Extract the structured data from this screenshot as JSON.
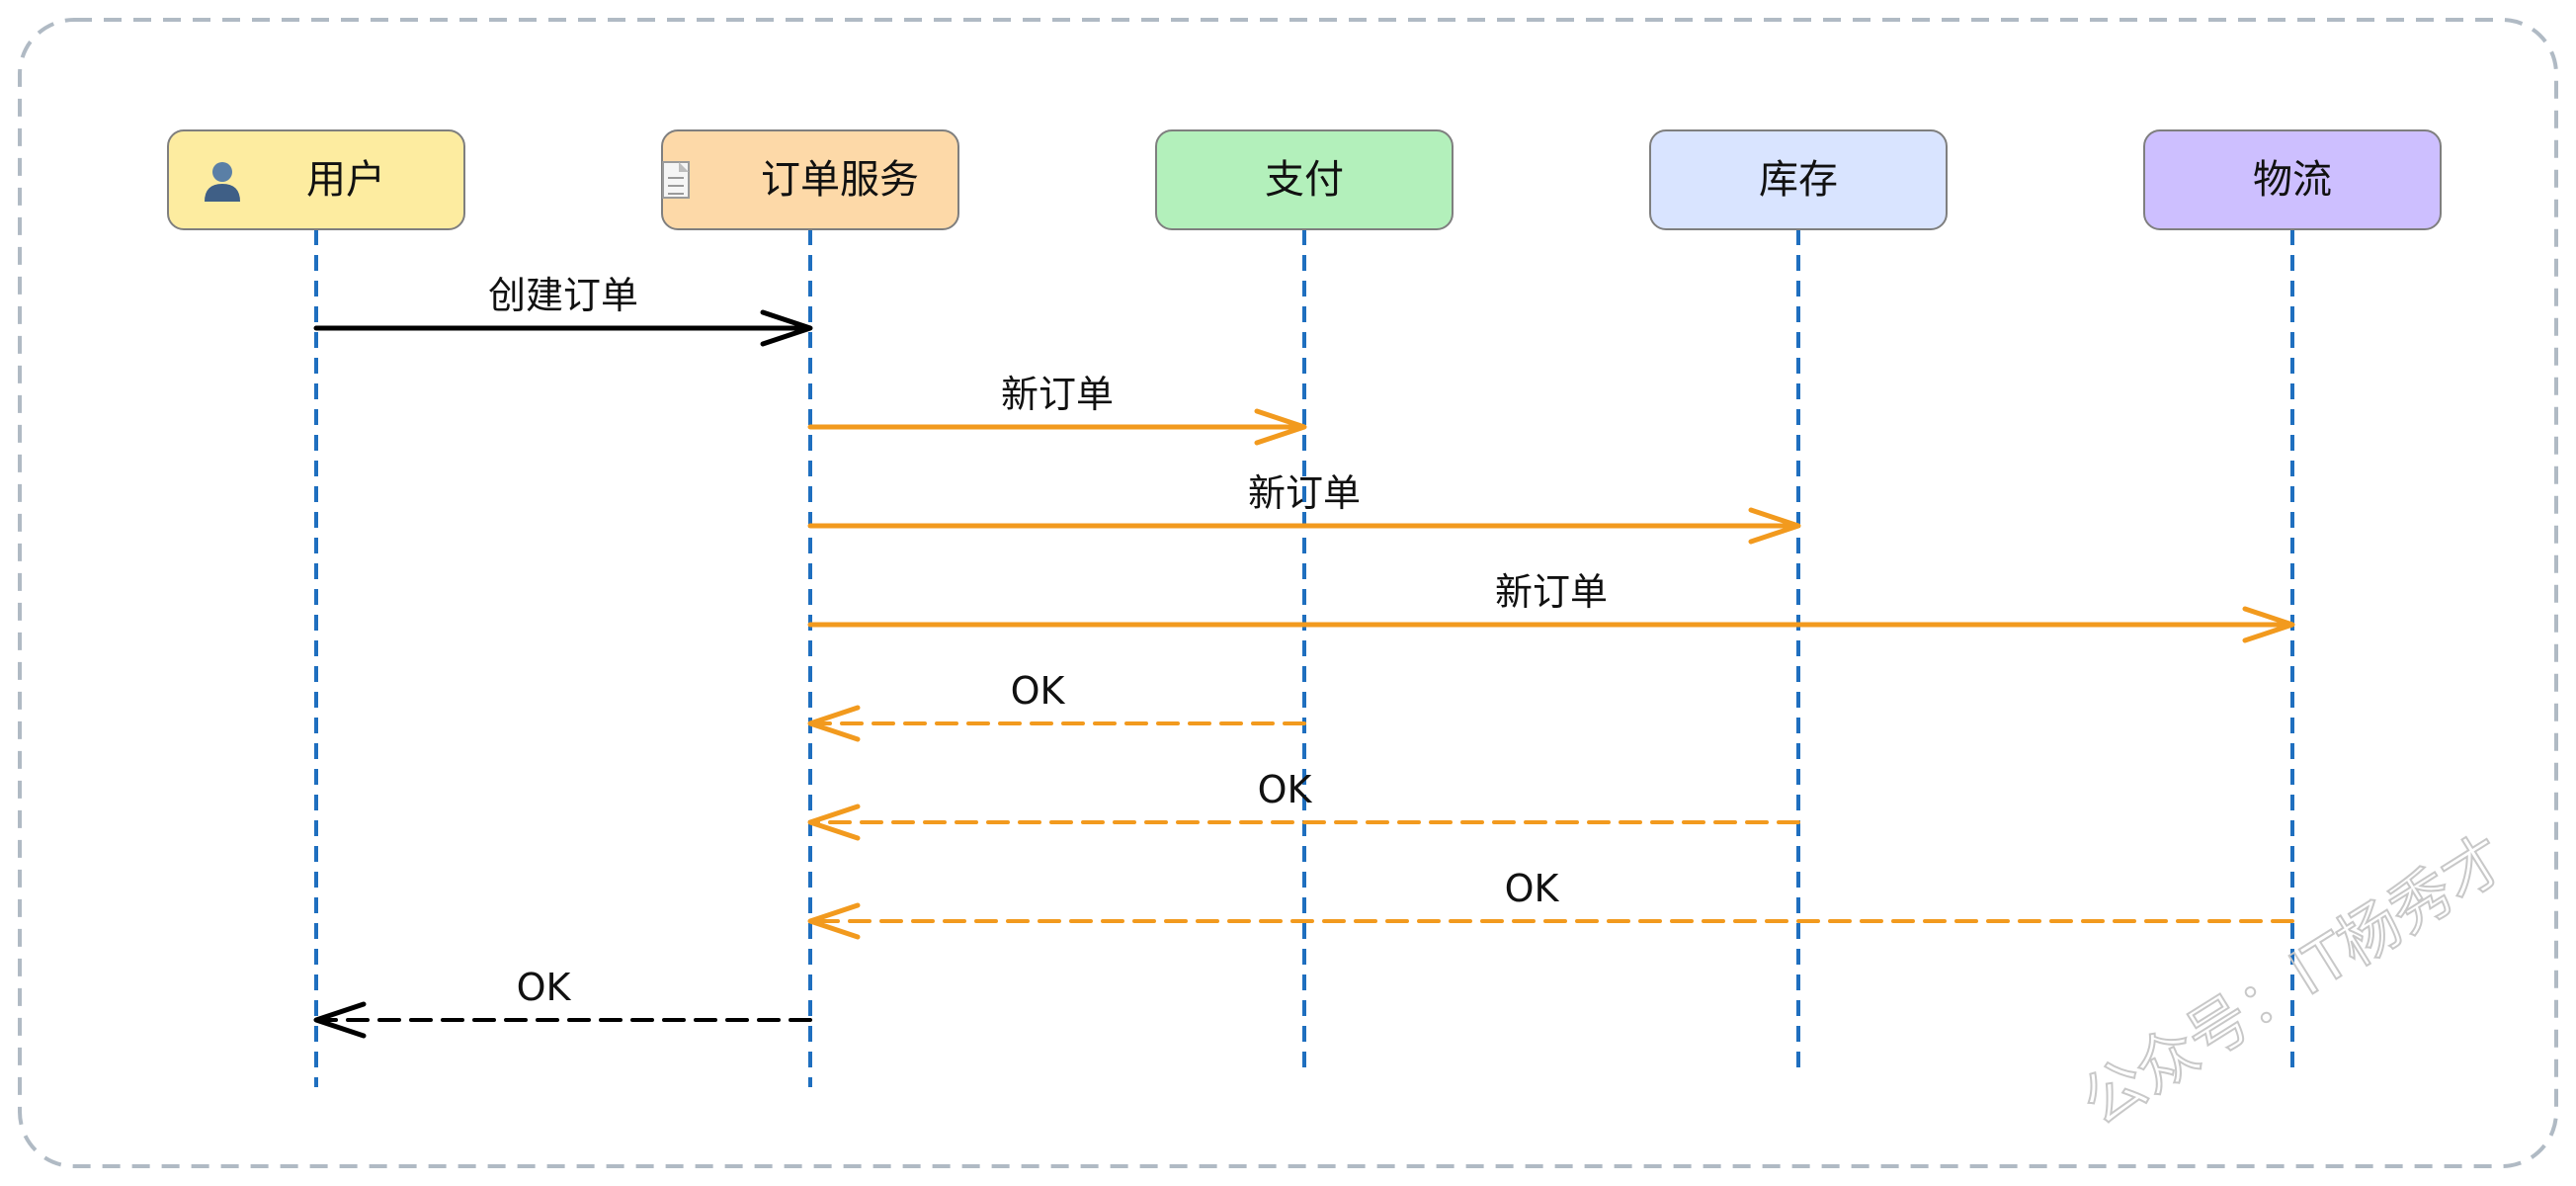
{
  "actors": [
    {
      "id": "user",
      "label": "用户",
      "icon": "user-icon",
      "fill": "#fdeca0"
    },
    {
      "id": "order",
      "label": "订单服务",
      "icon": "document-icon",
      "fill": "#fdd9a8"
    },
    {
      "id": "payment",
      "label": "支付",
      "icon": "",
      "fill": "#b3f0bb"
    },
    {
      "id": "inventory",
      "label": "库存",
      "icon": "",
      "fill": "#d9e4ff"
    },
    {
      "id": "logistics",
      "label": "物流",
      "icon": "",
      "fill": "#cdbfff"
    }
  ],
  "messages": [
    {
      "from": 0,
      "to": 1,
      "label": "创建订单",
      "style": "solid",
      "color": "#000000"
    },
    {
      "from": 1,
      "to": 2,
      "label": "新订单",
      "style": "solid",
      "color": "#f29a1e"
    },
    {
      "from": 1,
      "to": 3,
      "label": "新订单",
      "style": "solid",
      "color": "#f29a1e"
    },
    {
      "from": 1,
      "to": 4,
      "label": "新订单",
      "style": "solid",
      "color": "#f29a1e"
    },
    {
      "from": 2,
      "to": 1,
      "label": "OK",
      "style": "dashed",
      "color": "#f29a1e"
    },
    {
      "from": 3,
      "to": 1,
      "label": "OK",
      "style": "dashed",
      "color": "#f29a1e"
    },
    {
      "from": 4,
      "to": 1,
      "label": "OK",
      "style": "dashed",
      "color": "#f29a1e"
    },
    {
      "from": 1,
      "to": 0,
      "label": "OK",
      "style": "dashed",
      "color": "#000000"
    }
  ],
  "watermark": "公众号：IT杨秀才",
  "colors": {
    "lifeline": "#1f6fbf",
    "frame": "#b0bac4",
    "actor_border": "#7f7f7f"
  }
}
